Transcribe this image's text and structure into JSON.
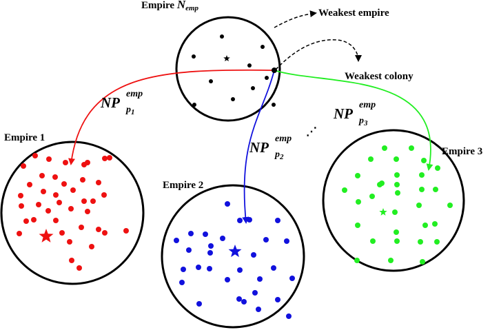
{
  "labels": {
    "empire_n_prefix": "Empire ",
    "empire_n_var": "N",
    "empire_n_sub": "emp",
    "weakest_empire": "Weakest empire",
    "weakest_colony": "Weakest colony",
    "empire_1": "Empire 1",
    "empire_2": "Empire 2",
    "empire_3": "Empire 3",
    "ellipsis": "⋰"
  },
  "np_labels": {
    "p1": {
      "main": "NP",
      "sup": "emp",
      "sub_p": "p",
      "sub_n": "1"
    },
    "p2": {
      "main": "NP",
      "sup": "emp",
      "sub_p": "p",
      "sub_n": "2"
    },
    "p3": {
      "main": "NP",
      "sup": "emp",
      "sub_p": "p",
      "sub_n": "3"
    }
  },
  "colors": {
    "empire_n": "#000000",
    "empire_1": "#ee1111",
    "empire_2": "#1111dd",
    "empire_3": "#22ee22",
    "dashed_arrow": "#000000"
  },
  "empires": [
    {
      "id": "empire-n",
      "color_key": "empire_n",
      "colonies": 10,
      "imperialist": "star"
    },
    {
      "id": "empire-1",
      "color_key": "empire_1",
      "colonies": 40,
      "imperialist": "star"
    },
    {
      "id": "empire-2",
      "color_key": "empire_2",
      "colonies": 30,
      "imperialist": "star"
    },
    {
      "id": "empire-3",
      "color_key": "empire_3",
      "colonies": 32,
      "imperialist": "star"
    }
  ]
}
